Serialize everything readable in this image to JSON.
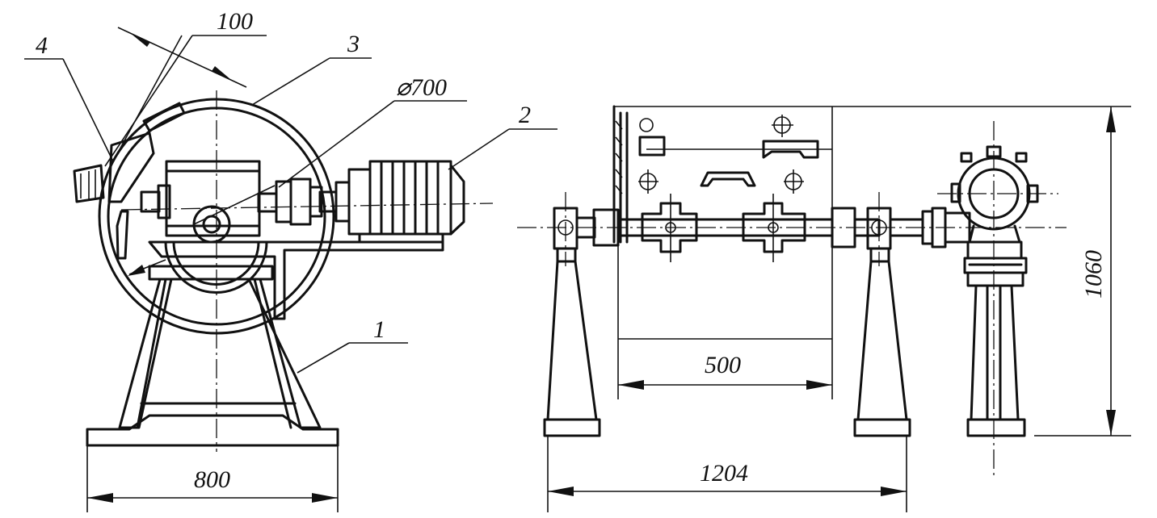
{
  "front_view": {
    "callouts": [
      "4",
      "100",
      "3",
      "⌀700",
      "2",
      "1"
    ],
    "dimension_width": "800"
  },
  "side_view": {
    "dimension_inner": "500",
    "dimension_overall": "1204",
    "dimension_height": "1060"
  }
}
